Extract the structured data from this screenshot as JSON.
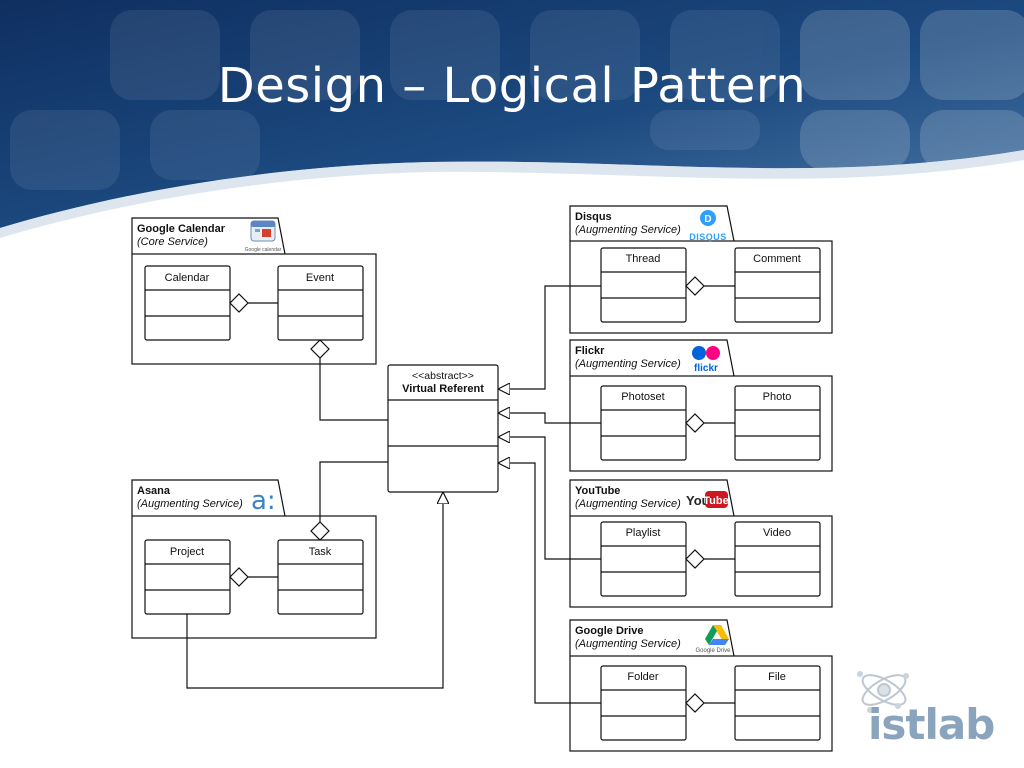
{
  "slide": {
    "title": "Design – Logical Pattern"
  },
  "colors": {
    "header_dark": "#12356a",
    "header_mid": "#3c6a9c",
    "line": "#111111"
  },
  "abstract": {
    "stereotype": "<<abstract>>",
    "name": "Virtual Referent"
  },
  "services": [
    {
      "id": "google-calendar",
      "name": "Google Calendar",
      "role": "(Core Service)",
      "logo_text": "Google calendar",
      "class_a": "Calendar",
      "class_b": "Event"
    },
    {
      "id": "asana",
      "name": "Asana",
      "role": "(Augmenting Service)",
      "logo_text": "a:",
      "class_a": "Project",
      "class_b": "Task"
    },
    {
      "id": "disqus",
      "name": "Disqus",
      "role": "(Augmenting Service)",
      "logo_text": "DISQUS",
      "logo_letter": "D",
      "class_a": "Thread",
      "class_b": "Comment"
    },
    {
      "id": "flickr",
      "name": "Flickr",
      "role": "(Augmenting Service)",
      "logo_text": "flickr",
      "class_a": "Photoset",
      "class_b": "Photo"
    },
    {
      "id": "youtube",
      "name": "YouTube",
      "role": "(Augmenting Service)",
      "logo_text": "You",
      "logo_text2": "Tube",
      "class_a": "Playlist",
      "class_b": "Video"
    },
    {
      "id": "google-drive",
      "name": "Google Drive",
      "role": "(Augmenting Service)",
      "logo_text": "Google Drive",
      "class_a": "Folder",
      "class_b": "File"
    }
  ],
  "branding": {
    "logo_text": "istlab",
    "logo_i": "i"
  }
}
